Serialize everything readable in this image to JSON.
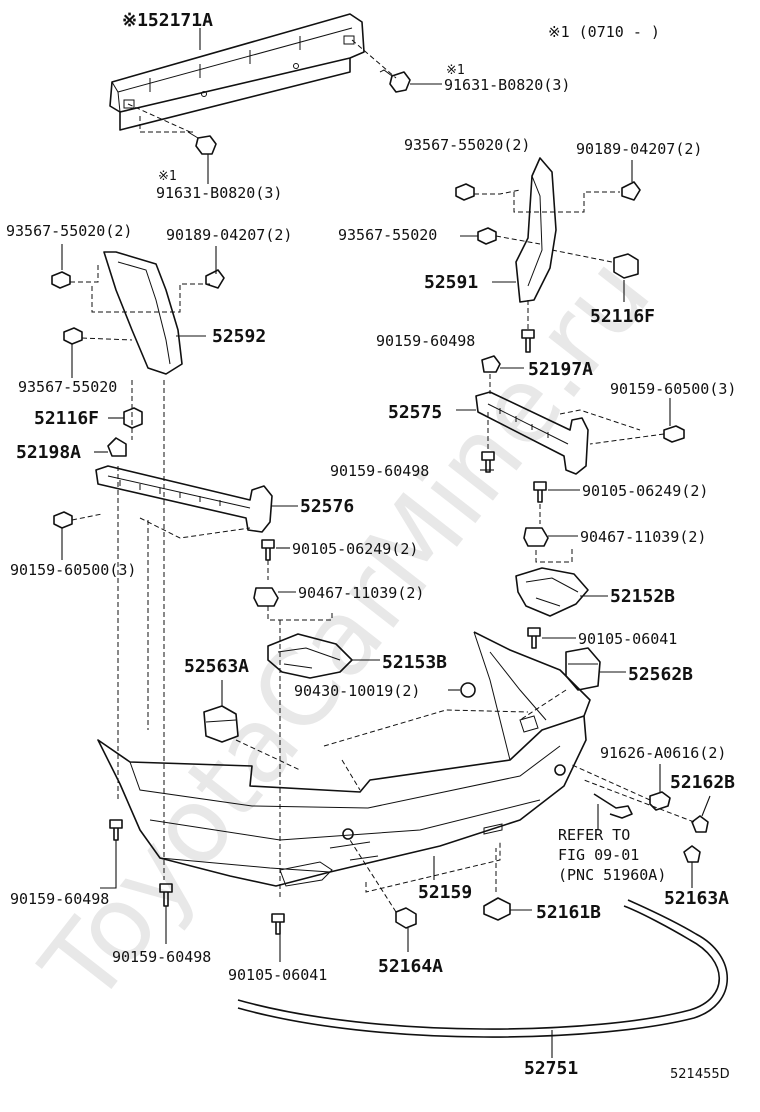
{
  "watermark": "ToyotaCarMine.ru",
  "figure_id": "521455D",
  "note": "※1 (0710 -      )",
  "callouts": {
    "c1": "※152171A",
    "c2": "※1",
    "c3": "91631-B0820(3)",
    "c4": "※1",
    "c5": "91631-B0820(3)",
    "c6": "93567-55020(2)",
    "c7": "90189-04207(2)",
    "c8": "93567-55020",
    "c9": "52591",
    "c10": "52116F",
    "c11": "93567-55020(2)",
    "c12": "90189-04207(2)",
    "c13": "52592",
    "c14": "93567-55020",
    "c15": "90159-60498",
    "c16": "52197A",
    "c17": "90159-60500(3)",
    "c18": "52575",
    "c19": "52116F",
    "c20": "52198A",
    "c21": "90159-60498",
    "c22": "90105-06249(2)",
    "c23": "52576",
    "c24": "90467-11039(2)",
    "c25": "90159-60500(3)",
    "c26": "90105-06249(2)",
    "c27": "52152B",
    "c28": "90467-11039(2)",
    "c29": "90105-06041",
    "c30": "52563A",
    "c31": "52153B",
    "c32": "52562B",
    "c33": "90430-10019(2)",
    "c34": "91626-A0616(2)",
    "c35": "52162B",
    "c36": "REFER TO",
    "c37": "FIG 09-01",
    "c38": "(PNC 51960A)",
    "c39": "90159-60498",
    "c40": "52159",
    "c41": "52161B",
    "c42": "52163A",
    "c43": "90159-60498",
    "c44": "90105-06041",
    "c45": "52164A",
    "c46": "52751"
  }
}
